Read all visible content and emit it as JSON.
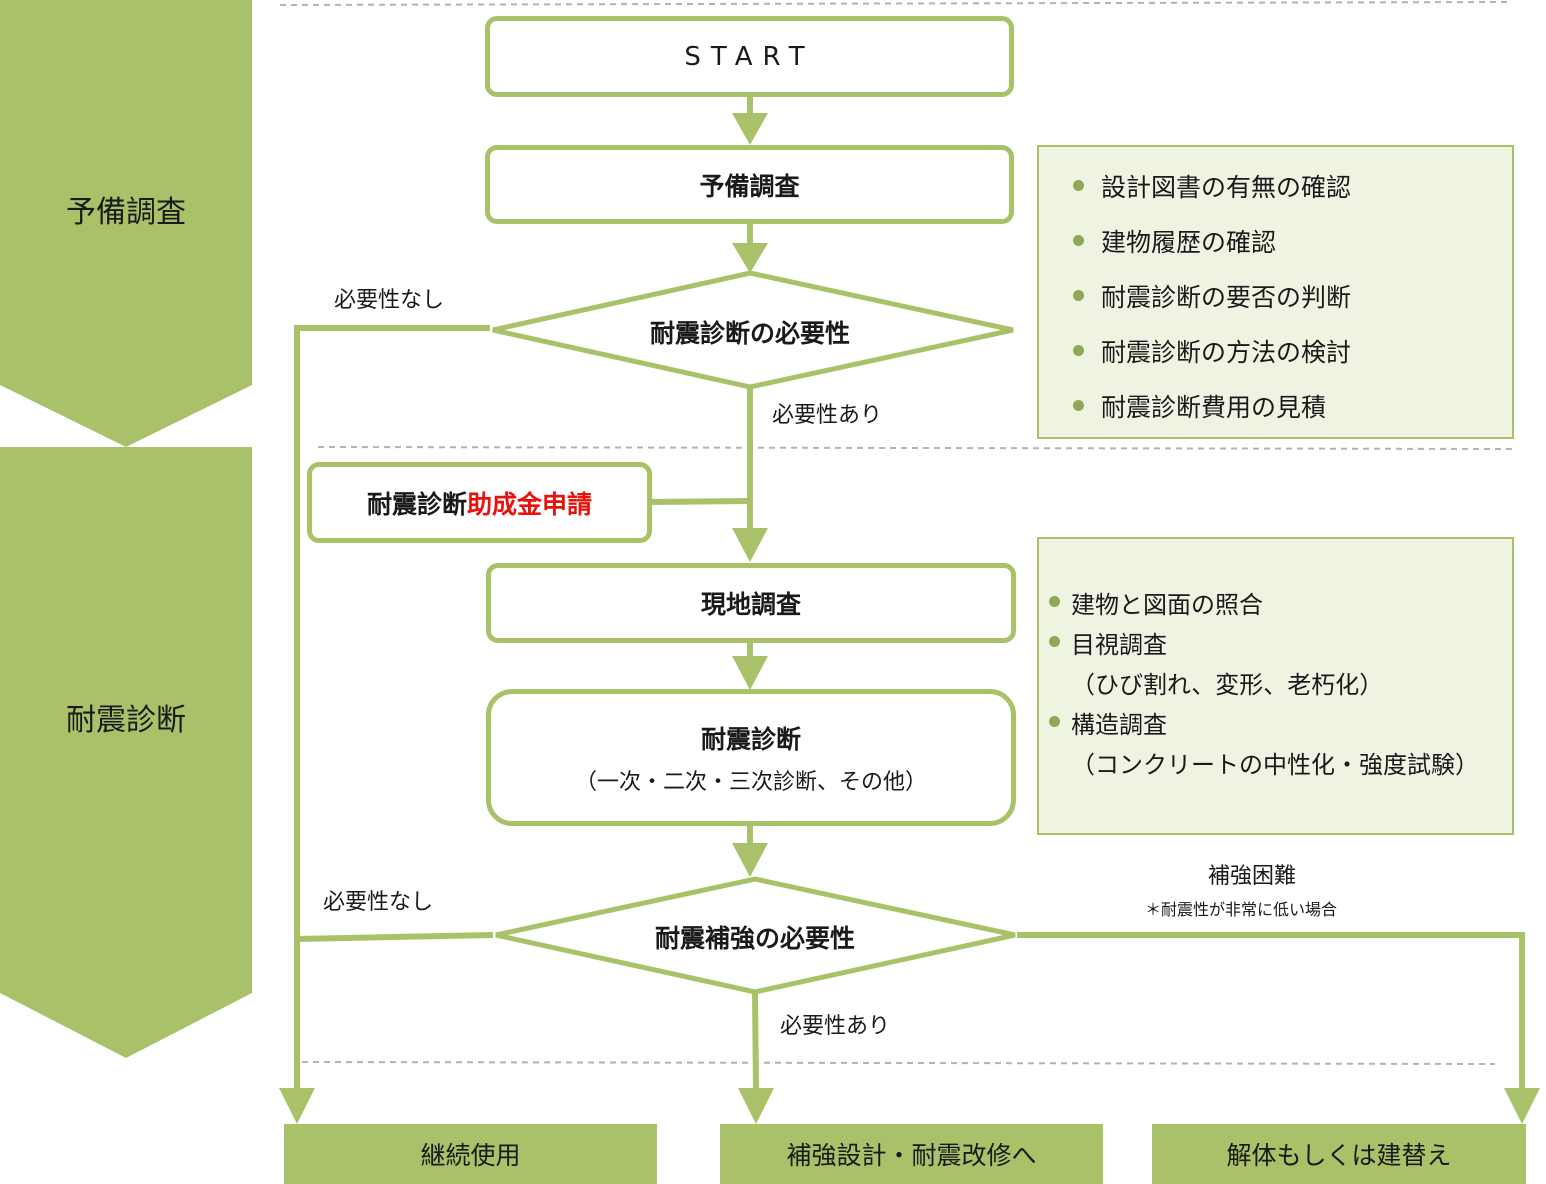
{
  "phases": [
    {
      "label": "予備調査"
    },
    {
      "label": "耐震診断"
    }
  ],
  "nodes": {
    "start": "START",
    "preliminary": "予備調査",
    "decision_diagnosis": "耐震診断の必要性",
    "subsidy_prefix": "耐震診断",
    "subsidy_highlight": "助成金申請",
    "field_survey": "現地調査",
    "diagnosis_title": "耐震診断",
    "diagnosis_sub": "（一次・二次・三次診断、その他）",
    "decision_reinforce": "耐震補強の必要性"
  },
  "edge_labels": {
    "not_needed_1": "必要性なし",
    "needed_1": "必要性あり",
    "not_needed_2": "必要性なし",
    "needed_2": "必要性あり",
    "difficult": "補強困難",
    "difficult_note": "＊耐震性が非常に低い場合"
  },
  "notes": {
    "preliminary": [
      "設計図書の有無の確認",
      "建物履歴の確認",
      "耐震診断の要否の判断",
      "耐震診断の方法の検討",
      "耐震診断費用の見積"
    ],
    "field": [
      {
        "text": "建物と図面の照合",
        "bullet": true
      },
      {
        "text": "目視調査",
        "bullet": true
      },
      {
        "text": "（ひび割れ、変形、老朽化）",
        "bullet": false
      },
      {
        "text": "構造調査",
        "bullet": true
      },
      {
        "text": "（コンクリートの中性化・強度試験）",
        "bullet": false
      }
    ]
  },
  "outcomes": {
    "continue": "継続使用",
    "reinforce": "補強設計・耐震改修へ",
    "rebuild": "解体もしくは建替え"
  },
  "colors": {
    "accent": "#a9c26a",
    "note_bg": "#eef3e2",
    "bullet": "#8fa858",
    "highlight": "#e8120c",
    "divider": "#b3b3b3"
  }
}
